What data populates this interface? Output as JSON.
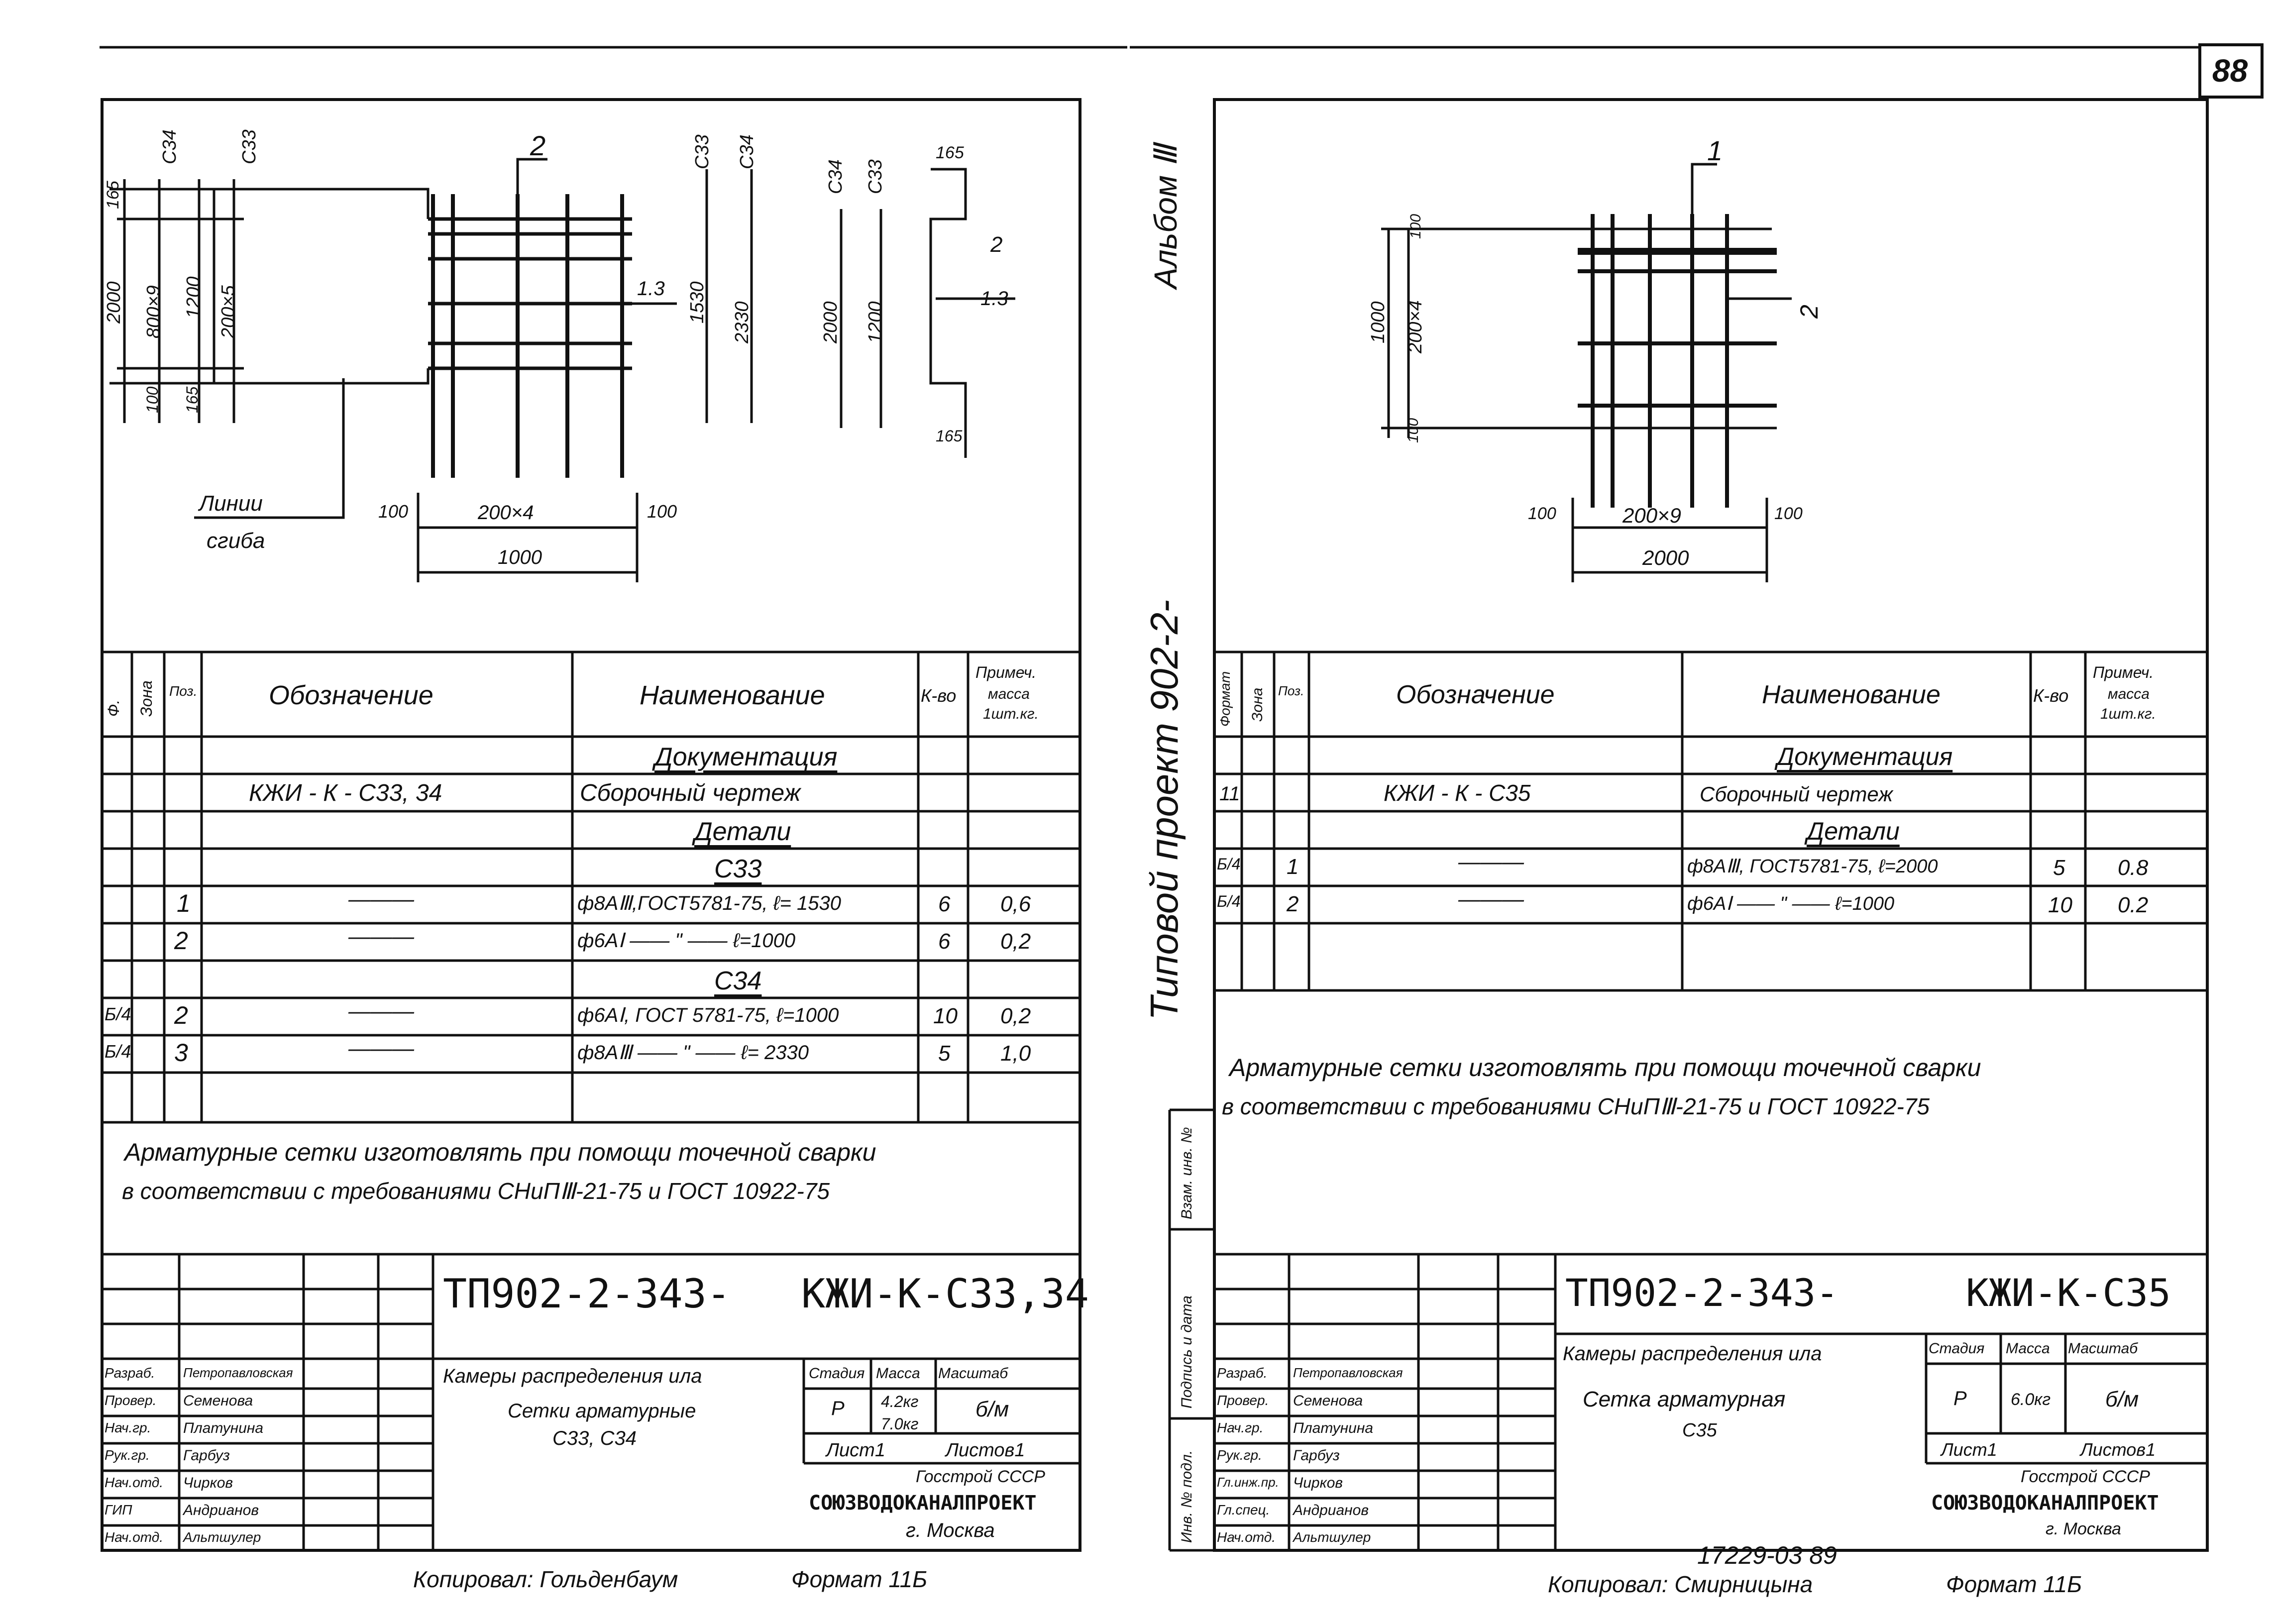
{
  "sheet_number": "88",
  "album_side": "Альбом Ⅲ",
  "project_side": "Типовой проект 902-2-",
  "table_headers": {
    "format_short": "Ф.",
    "format": "Формат",
    "zone": "Зона",
    "pos": "Поз.",
    "designation": "Обозначение",
    "name": "Наименование",
    "qty": "К-во",
    "note_l1": "Примеч.",
    "note_l2": "масса",
    "note_l3": "1шт.кг."
  },
  "left": {
    "dims": {
      "d165": "165",
      "d100": "100",
      "d800x9": "800×9",
      "d2000": "2000",
      "d1200": "1200",
      "d200x5": "200×5",
      "d1530": "1530",
      "d2330": "2330",
      "d200x4": "200×4",
      "d1000": "1000",
      "d1_3": "1.3",
      "c33": "С33",
      "c34": "С34",
      "pos2": "2"
    },
    "bend_line_1": "Линии",
    "bend_line_2": "сгиба",
    "rows": [
      {
        "fmt": "",
        "zone": "",
        "pos": "",
        "designation": "",
        "name": "Документация",
        "qty": "",
        "note": ""
      },
      {
        "fmt": "",
        "zone": "",
        "pos": "",
        "designation": "КЖИ - К - С33, 34",
        "name": "Сборочный чертеж",
        "qty": "",
        "note": ""
      },
      {
        "fmt": "",
        "zone": "",
        "pos": "",
        "designation": "",
        "name": "Детали",
        "qty": "",
        "note": ""
      },
      {
        "fmt": "",
        "zone": "",
        "pos": "",
        "designation": "",
        "name": "С33",
        "qty": "",
        "note": ""
      },
      {
        "fmt": "",
        "zone": "",
        "pos": "1",
        "designation": "———",
        "name": "ф8АⅢ,ГОСТ5781-75, ℓ= 1530",
        "qty": "6",
        "note": "0,6"
      },
      {
        "fmt": "",
        "zone": "",
        "pos": "2",
        "designation": "———",
        "name": "ф6АⅠ —— \" —— ℓ=1000",
        "qty": "6",
        "note": "0,2"
      },
      {
        "fmt": "",
        "zone": "",
        "pos": "",
        "designation": "",
        "name": "С34",
        "qty": "",
        "note": ""
      },
      {
        "fmt": "Б/4",
        "zone": "",
        "pos": "2",
        "designation": "———",
        "name": "ф6АⅠ, ГОСТ 5781-75, ℓ=1000",
        "qty": "10",
        "note": "0,2"
      },
      {
        "fmt": "Б/4",
        "zone": "",
        "pos": "3",
        "designation": "———",
        "name": "ф8АⅢ —— \" —— ℓ= 2330",
        "qty": "5",
        "note": "1,0"
      }
    ],
    "note_l1": "Арматурные сетки изготовлять при помощи точечной сварки",
    "note_l2": "в соответствии с требованиями СНиПⅢ-21-75 и ГОСТ 10922-75",
    "tb": {
      "code": "ТП902-2-343-",
      "mark": "КЖИ-К-С33,34",
      "title_l1": "Камеры распределения ила",
      "title_l2": "Сетки арматурные",
      "title_l3": "С33, С34",
      "stage_h": "Стадия",
      "mass_h": "Масса",
      "scale_h": "Масштаб",
      "stage": "Р",
      "mass1": "4.2кг",
      "mass2": "7.0кг",
      "scale": "б/м",
      "sheet": "Лист1",
      "sheets": "Листов1",
      "org1": "Госстрой СССР",
      "org2": "СОЮЗВОДОКАНАЛПРОЕКТ",
      "org3": "г. Москва",
      "roles": [
        "Разраб.",
        "Провер.",
        "Нач.гр.",
        "Рук.гр.",
        "Нач.отд.",
        "ГИП",
        "Нач.отд."
      ],
      "names": [
        "Петропавловская",
        "Семенова",
        "Платунина",
        "Гарбуз",
        "Чирков",
        "Андрианов",
        "Альтшулер"
      ]
    },
    "copied": "Копировал: Гольденбаум",
    "format": "Формат 11Б"
  },
  "right": {
    "dims": {
      "d100": "100",
      "d200x4": "200×4",
      "d1000": "1000",
      "d200x9": "200×9",
      "d2000": "2000",
      "pos1": "1",
      "pos2": "2"
    },
    "rows": [
      {
        "fmt": "",
        "zone": "",
        "pos": "",
        "designation": "",
        "name": "Документация",
        "qty": "",
        "note": ""
      },
      {
        "fmt": "11",
        "zone": "",
        "pos": "",
        "designation": "КЖИ - К - С35",
        "name": "Сборочный чертеж",
        "qty": "",
        "note": ""
      },
      {
        "fmt": "",
        "zone": "",
        "pos": "",
        "designation": "",
        "name": "Детали",
        "qty": "",
        "note": ""
      },
      {
        "fmt": "Б/4",
        "zone": "",
        "pos": "1",
        "designation": "———",
        "name": "ф8АⅢ, ГОСТ5781-75, ℓ=2000",
        "qty": "5",
        "note": "0.8"
      },
      {
        "fmt": "Б/4",
        "zone": "",
        "pos": "2",
        "designation": "———",
        "name": "ф6АⅠ —— \" —— ℓ=1000",
        "qty": "10",
        "note": "0.2"
      },
      {
        "fmt": "",
        "zone": "",
        "pos": "",
        "designation": "",
        "name": "",
        "qty": "",
        "note": ""
      }
    ],
    "note_l1": "Арматурные сетки изготовлять при помощи точечной сварки",
    "note_l2": "в соответствии с требованиями СНиПⅢ-21-75 и ГОСТ 10922-75",
    "side_stamps": [
      "Инв. № подл.",
      "Подпись и дата",
      "Взам. инв. №"
    ],
    "tb": {
      "code": "ТП902-2-343-",
      "mark": "КЖИ-К-С35",
      "title_l1": "Камеры распределения ила",
      "title_l2": "Сетка арматурная",
      "title_l3": "С35",
      "stage_h": "Стадия",
      "mass_h": "Масса",
      "scale_h": "Масштаб",
      "stage": "Р",
      "mass1": "6.0кг",
      "scale": "б/м",
      "sheet": "Лист1",
      "sheets": "Листов1",
      "org1": "Госстрой СССР",
      "org2": "СОЮЗВОДОКАНАЛПРОЕКТ",
      "org3": "г. Москва",
      "roles": [
        "Разраб.",
        "Провер.",
        "Нач.гр.",
        "Рук.гр.",
        "Гл.инж.пр.",
        "Гл.спец.",
        "Нач.отд."
      ],
      "names": [
        "Петропавловская",
        "Семенова",
        "Платунина",
        "Гарбуз",
        "Чирков",
        "Андрианов",
        "Альтшулер"
      ]
    },
    "archive_no": "17229-03 89",
    "copied": "Копировал: Смирницына",
    "format": "Формат 11Б"
  }
}
